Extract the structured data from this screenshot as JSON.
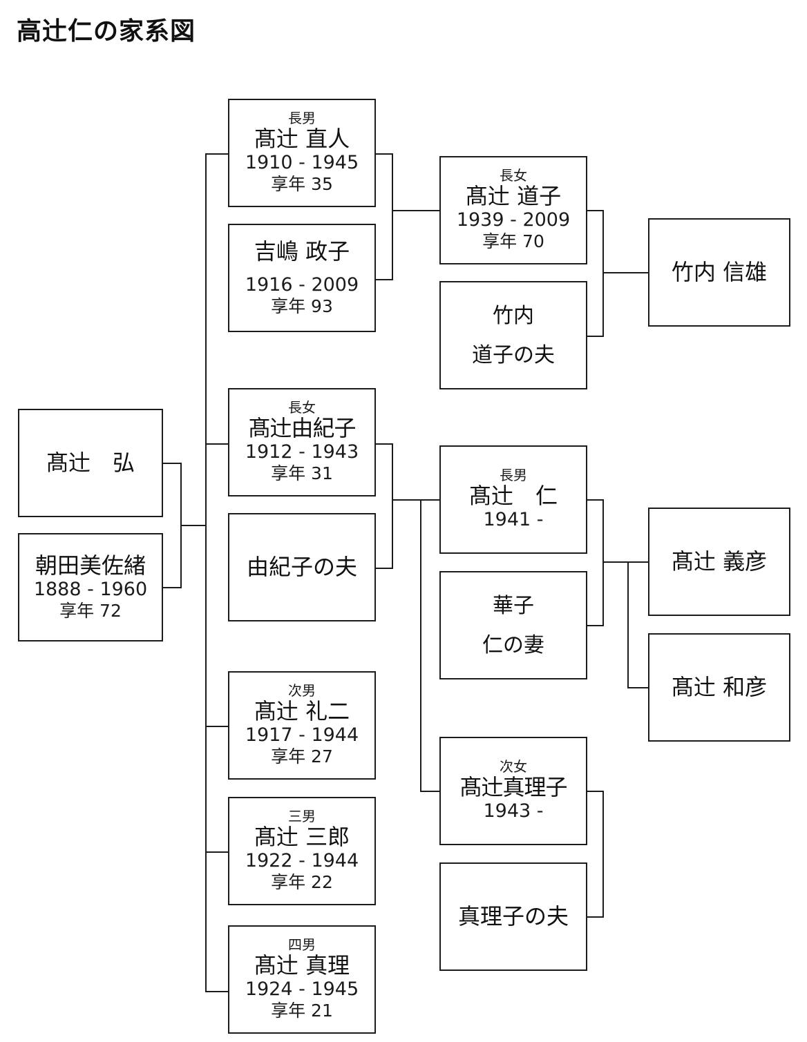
{
  "document": {
    "title": "高辻仁の家系図",
    "type": "family-tree-diagram",
    "line_color": "#1b1b1b",
    "text_color": "#111111",
    "background": "#ffffff"
  },
  "people": {
    "hiroshi": {
      "rank": "",
      "name": "髙辻　弘",
      "years": "",
      "age": ""
    },
    "misao": {
      "rank": "",
      "name": "朝田美佐緒",
      "years": "1888 - 1960",
      "age": "享年 72"
    },
    "naoto": {
      "rank": "長男",
      "name": "髙辻 直人",
      "years": "1910 - 1945",
      "age": "享年 35"
    },
    "masako": {
      "rank": "",
      "name": "吉嶋 政子",
      "years": "1916 - 2009",
      "age": "享年 93"
    },
    "yukiko": {
      "rank": "長女",
      "name": "髙辻由紀子",
      "years": "1912 - 1943",
      "age": "享年 31"
    },
    "yukiko_h": {
      "rank": "",
      "name": "由紀子の夫",
      "years": "",
      "age": ""
    },
    "reiji": {
      "rank": "次男",
      "name": "髙辻 礼二",
      "years": "1917 - 1944",
      "age": "享年 27"
    },
    "saburo": {
      "rank": "三男",
      "name": "髙辻 三郎",
      "years": "1922 - 1944",
      "age": "享年 22"
    },
    "shinri": {
      "rank": "四男",
      "name": "髙辻 真理",
      "years": "1924 - 1945",
      "age": "享年 21"
    },
    "michiko": {
      "rank": "長女",
      "name": "髙辻 道子",
      "years": "1939 - 2009",
      "age": "享年 70"
    },
    "takeuchi": {
      "rank": "",
      "name": "竹内",
      "relation": "道子の夫"
    },
    "nobuo": {
      "rank": "",
      "name": "竹内 信雄",
      "years": "",
      "age": ""
    },
    "jin": {
      "rank": "長男",
      "name": "髙辻　仁",
      "years": "1941 -",
      "age": ""
    },
    "hanako": {
      "rank": "",
      "name": "華子",
      "relation": "仁の妻"
    },
    "yoshihiko": {
      "rank": "",
      "name": "髙辻 義彦",
      "years": "",
      "age": ""
    },
    "kazuhiko": {
      "rank": "",
      "name": "髙辻 和彦",
      "years": "",
      "age": ""
    },
    "mariko": {
      "rank": "次女",
      "name": "髙辻真理子",
      "years": "1943 -",
      "age": ""
    },
    "mariko_h": {
      "rank": "",
      "name": "真理子の夫",
      "years": "",
      "age": ""
    }
  }
}
